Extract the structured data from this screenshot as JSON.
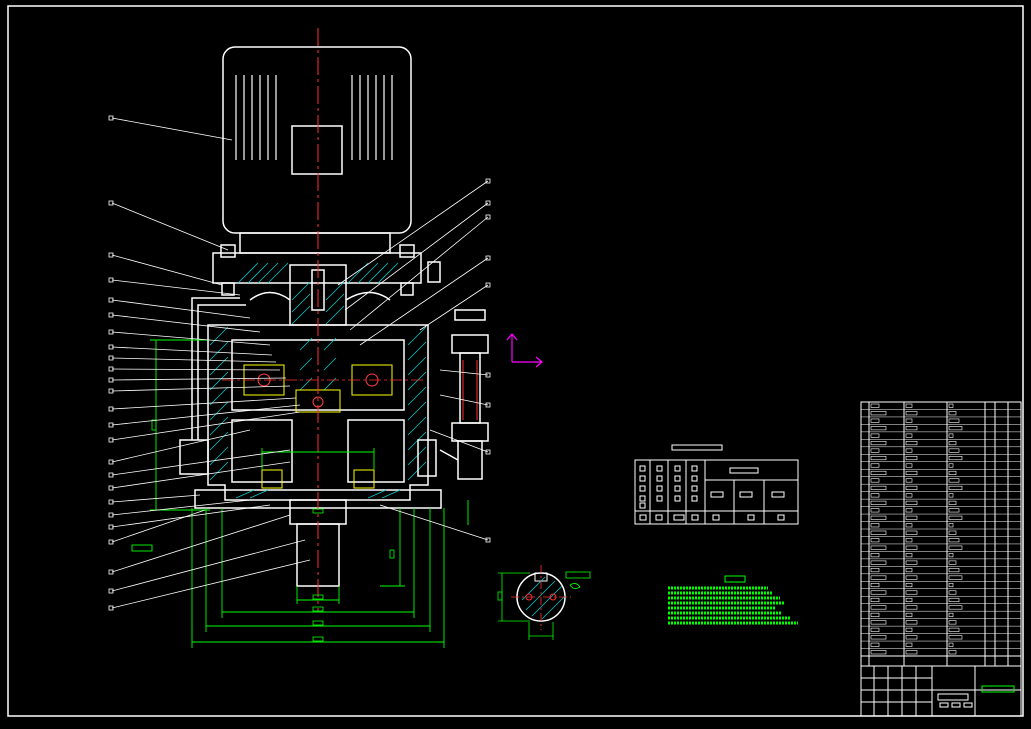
{
  "drawing": {
    "background": "#000000",
    "colors": {
      "frame": "#ffffff",
      "leader": "#ffffff",
      "centerline": "#ff3030",
      "dimension": "#00ff00",
      "hatch": "#00c8c8",
      "axis_marker": "#ff00ff",
      "hidden": "#ffff00",
      "table": "#ffffff"
    },
    "balloon_count": 34,
    "views": {
      "main": "main-assembly-section",
      "section": "shaft-cross-section",
      "parameters": "specification-table",
      "notes": "technical-requirements",
      "bom": "bill-of-materials",
      "title": "title-block"
    }
  }
}
